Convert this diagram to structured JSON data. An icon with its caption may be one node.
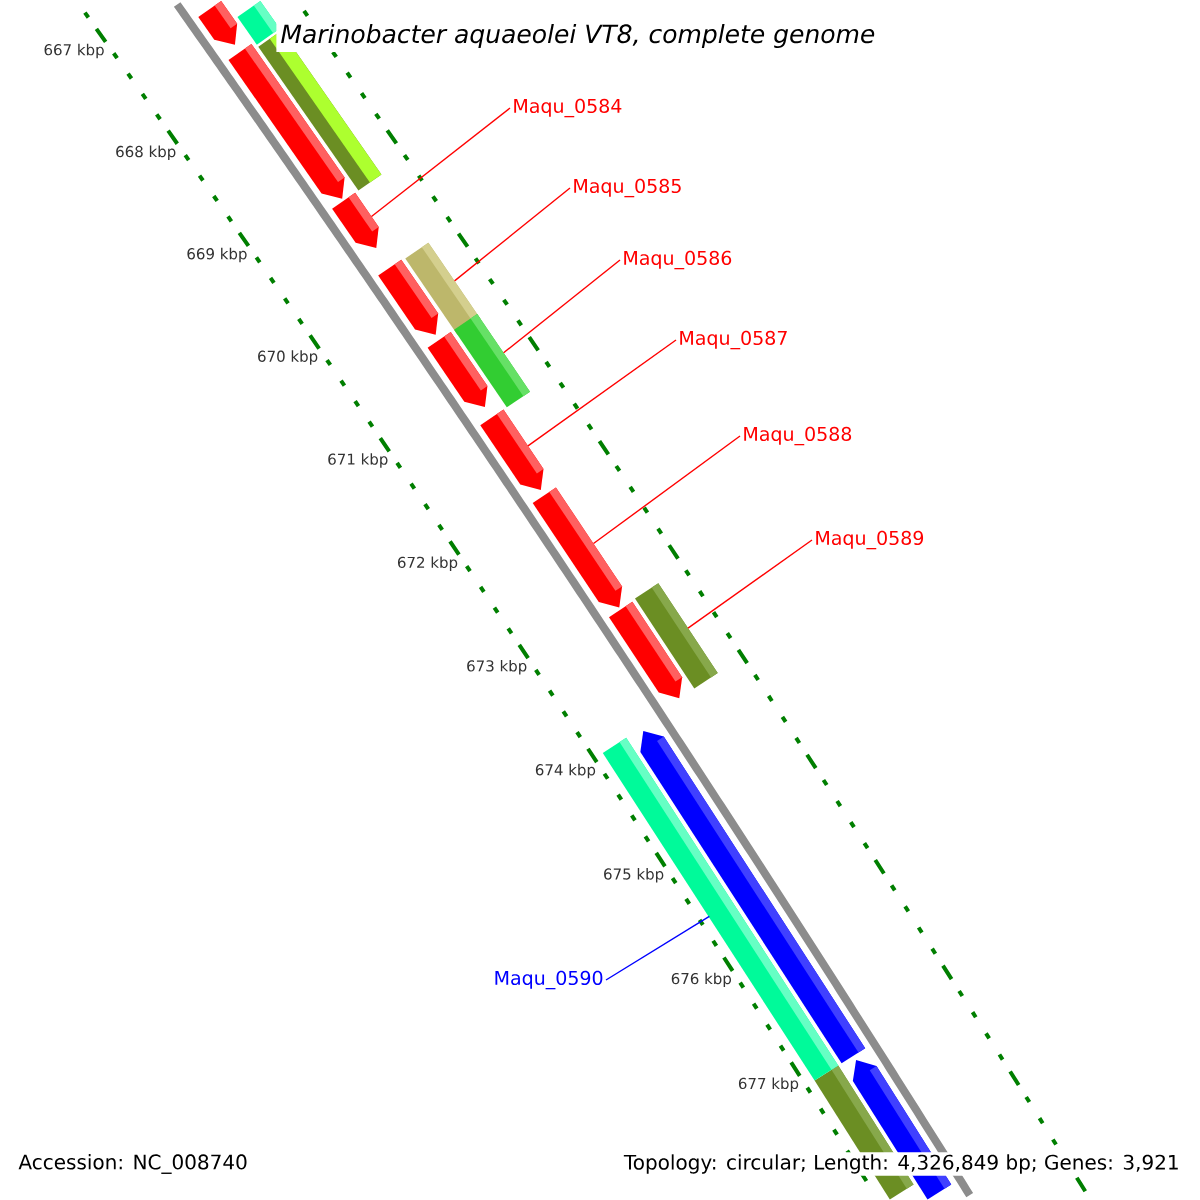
{
  "diagram": {
    "title": "Marinobacter aquaeolei VT8, complete genome",
    "nodes": [
      {
        "text": [
          "Maqu_0584"
        ]
      },
      {
        "text": [
          "Maqu_0585"
        ]
      },
      {
        "text": [
          "Maqu_0586"
        ]
      },
      {
        "text": [
          "Maqu_0587"
        ]
      },
      {
        "text": [
          "Maqu_0588"
        ]
      },
      {
        "text": [
          "Maqu_0589"
        ]
      },
      {
        "text": [
          "Maqu_0590"
        ]
      },
      {
        "text": [],
        "shape": "arrow"
      },
      {
        "text": [],
        "shape": "bar"
      },
      {
        "text": [],
        "shape": "bar"
      },
      {
        "text": [],
        "shape": "arrow"
      },
      {
        "text": [],
        "shape": "arrow"
      },
      {
        "text": [],
        "shape": "bar"
      },
      {
        "text": [],
        "shape": "bar"
      }
    ],
    "edges": [
      {
        "from": 0,
        "to": 7,
        "arrow": "none"
      },
      {
        "from": 1,
        "to": 8,
        "arrow": "none"
      },
      {
        "from": 2,
        "to": 9,
        "arrow": "none"
      },
      {
        "from": 3,
        "to": 10,
        "arrow": "none"
      },
      {
        "from": 4,
        "to": 11,
        "arrow": "none"
      },
      {
        "from": 5,
        "to": 12,
        "arrow": "none"
      },
      {
        "from": 6,
        "to": 13,
        "arrow": "none",
        "color": "#0000ff"
      }
    ],
    "labels": [
      "667 kbp",
      "668 kbp",
      "669 kbp",
      "670 kbp",
      "671 kbp",
      "672 kbp",
      "673 kbp",
      "674 kbp",
      "675 kbp",
      "676 kbp",
      "677 kbp",
      "Accession: NC_008740",
      "Topology: circular; Length: 4,326,849 bp; Genes: 3,921"
    ]
  }
}
